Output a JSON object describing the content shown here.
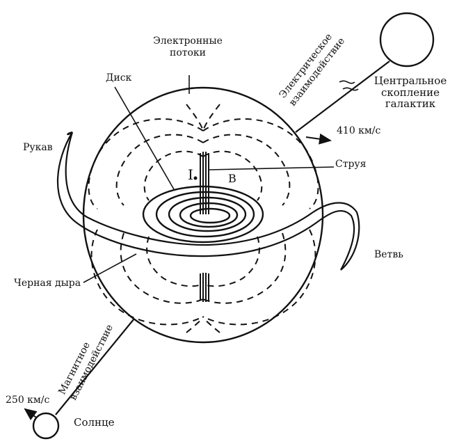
{
  "labels": {
    "electron_flows_line1": "Электронные",
    "electron_flows_line2": "потоки",
    "disk": "Диск",
    "arm": "Рукав",
    "jet": "Струя",
    "branch": "Ветвь",
    "black_hole": "Черная дыра",
    "current_symbol": "I",
    "field_symbol": "B",
    "speed_galaxy": "410 км/с",
    "speed_sun": "250 км/с",
    "sun": "Солнце",
    "cluster_line1": "Центральное",
    "cluster_line2": "скопление",
    "cluster_line3": "галактик",
    "electric_line1": "Электрическое",
    "electric_line2": "взаимодействие",
    "magnetic_line1": "Магнитное",
    "magnetic_line2": "взаимодействие"
  }
}
